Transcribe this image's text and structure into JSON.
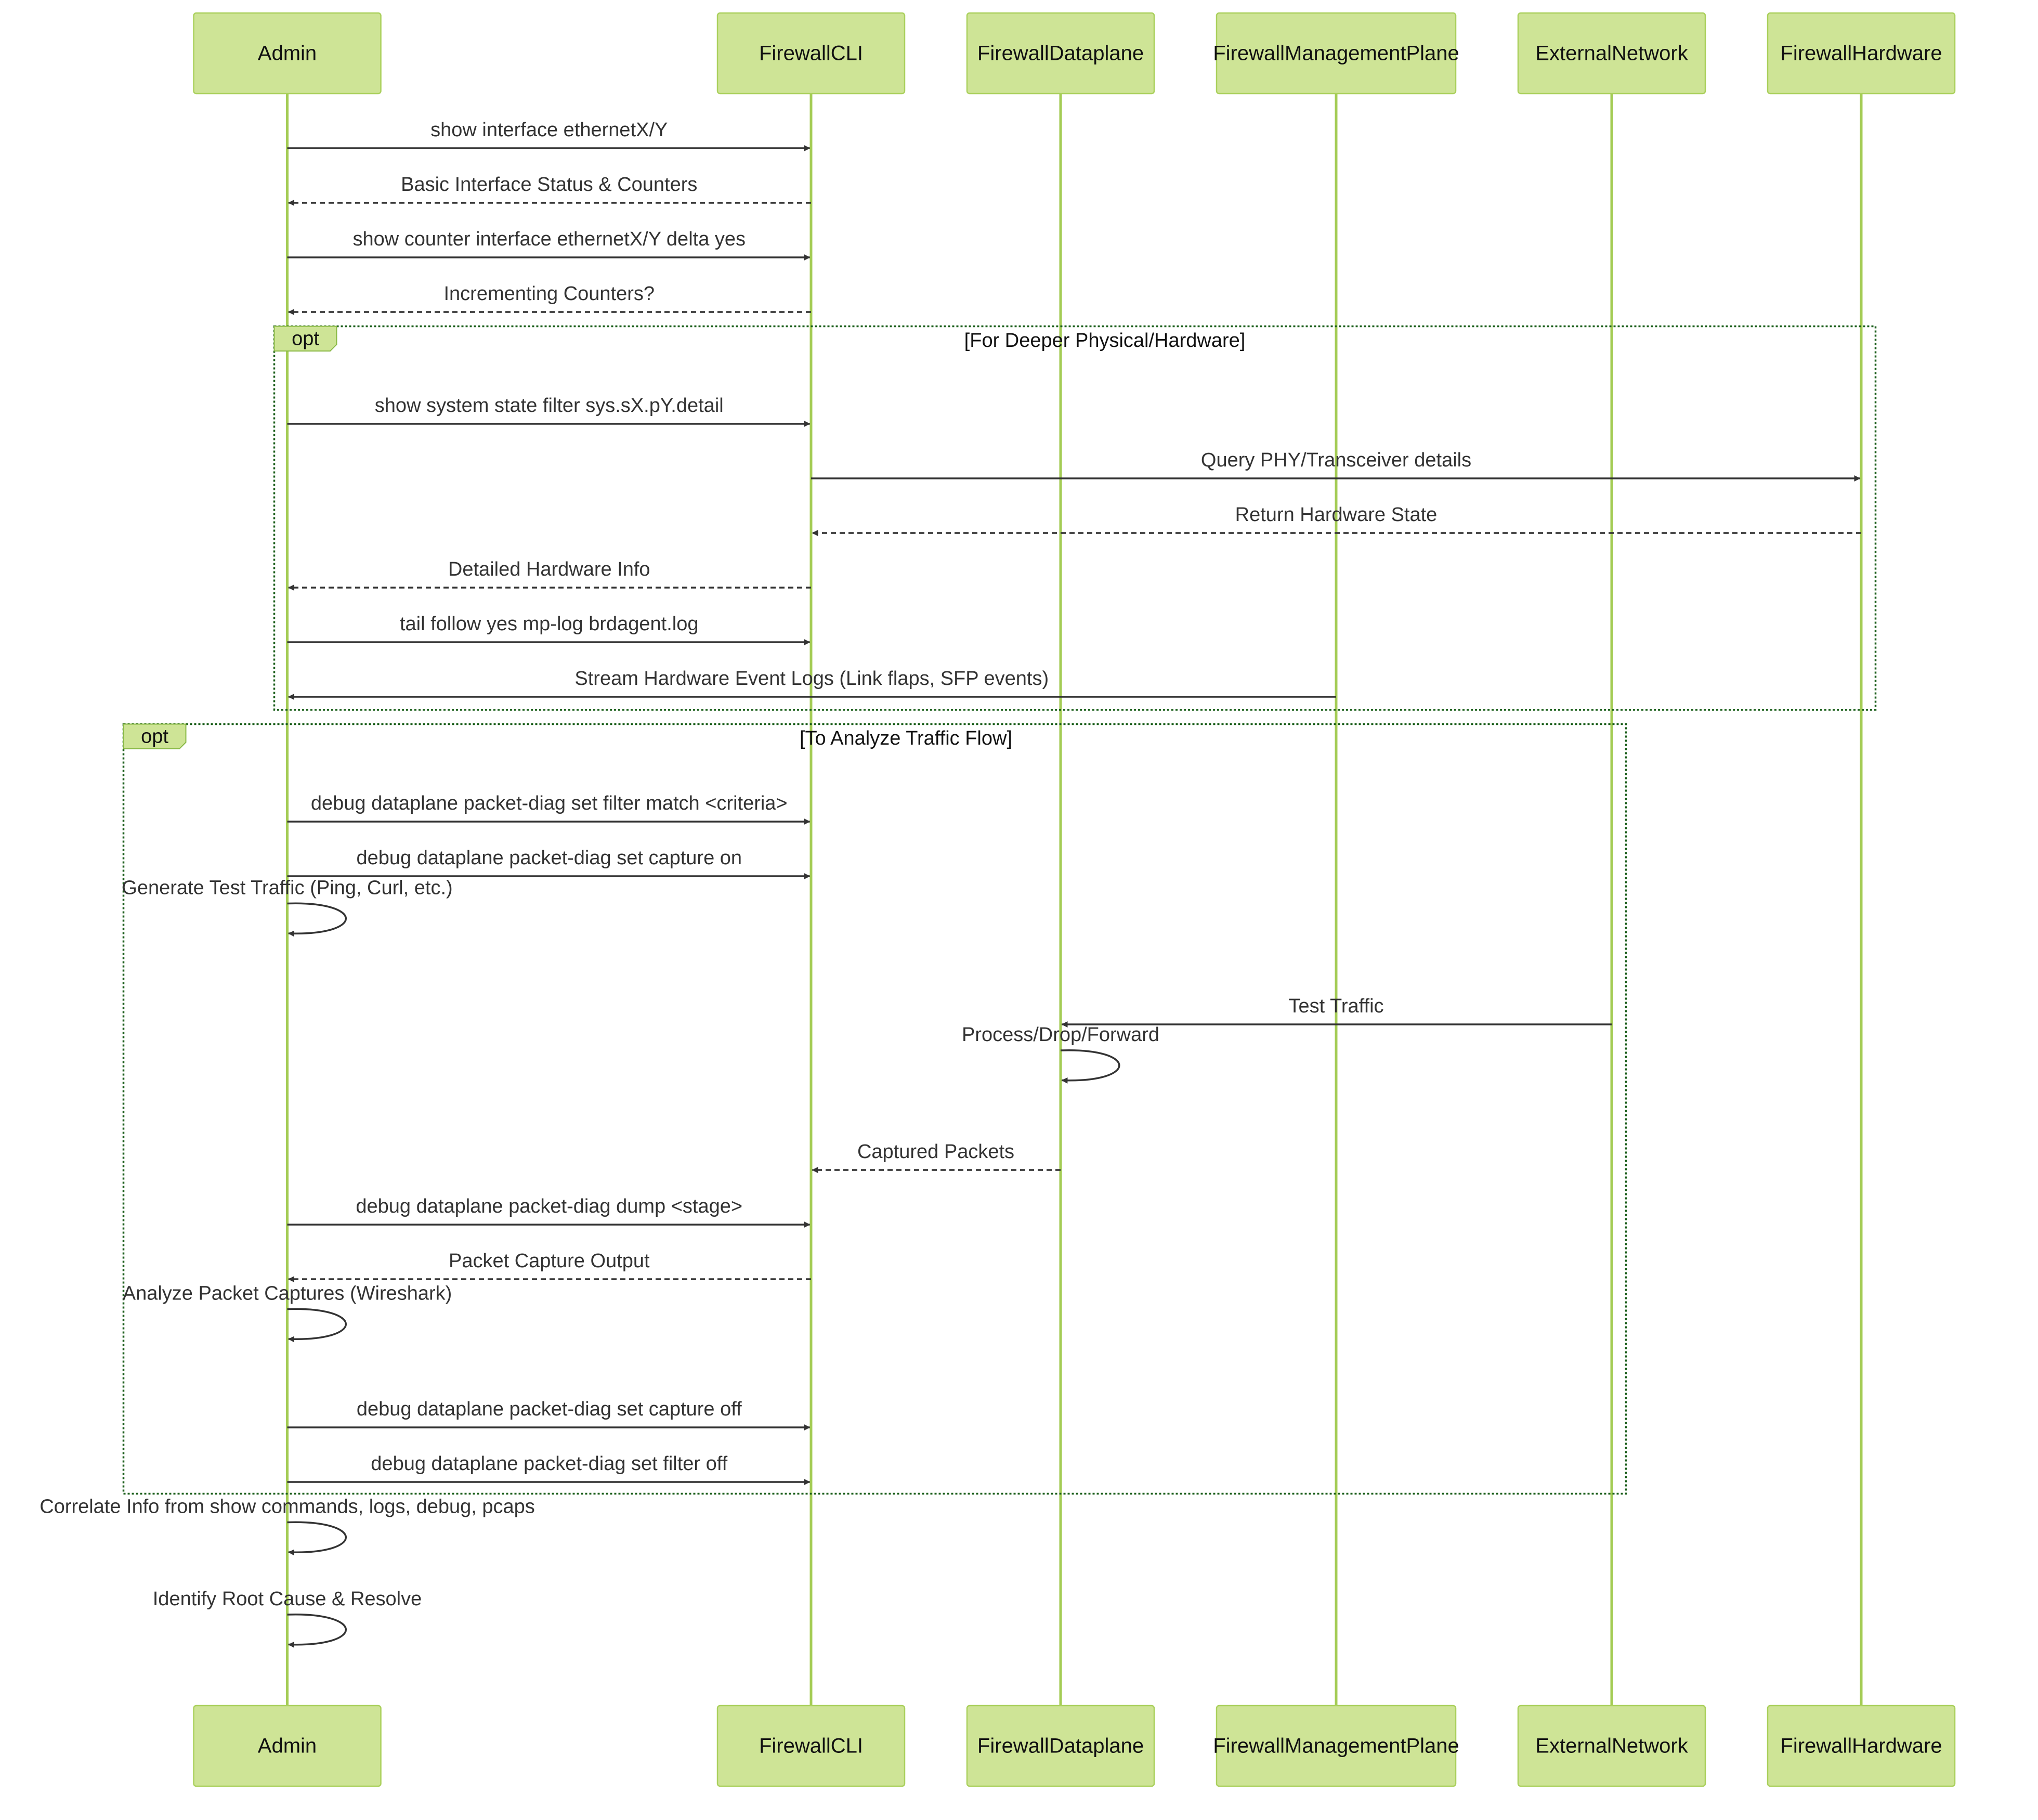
{
  "actors": [
    {
      "id": "admin",
      "label": "Admin"
    },
    {
      "id": "cli",
      "label": "FirewallCLI"
    },
    {
      "id": "dp",
      "label": "FirewallDataplane"
    },
    {
      "id": "mp",
      "label": "FirewallManagementPlane"
    },
    {
      "id": "ext",
      "label": "ExternalNetwork"
    },
    {
      "id": "hw",
      "label": "FirewallHardware"
    }
  ],
  "messages": [
    {
      "from": "admin",
      "to": "cli",
      "text": "show interface ethernetX/Y",
      "style": "solid"
    },
    {
      "from": "cli",
      "to": "admin",
      "text": "Basic Interface Status & Counters",
      "style": "dashed"
    },
    {
      "from": "admin",
      "to": "cli",
      "text": "show counter interface ethernetX/Y delta yes",
      "style": "solid"
    },
    {
      "from": "cli",
      "to": "admin",
      "text": "Incrementing Counters?",
      "style": "dashed"
    },
    {
      "from": "admin",
      "to": "cli",
      "text": "show system state filter sys.sX.pY.detail",
      "style": "solid"
    },
    {
      "from": "cli",
      "to": "hw",
      "text": "Query PHY/Transceiver details",
      "style": "solid"
    },
    {
      "from": "hw",
      "to": "cli",
      "text": "Return Hardware State",
      "style": "dashed"
    },
    {
      "from": "cli",
      "to": "admin",
      "text": "Detailed Hardware Info",
      "style": "dashed"
    },
    {
      "from": "admin",
      "to": "cli",
      "text": "tail follow yes mp-log brdagent.log",
      "style": "solid"
    },
    {
      "from": "mp",
      "to": "admin",
      "text": "Stream Hardware Event Logs (Link flaps, SFP events)",
      "style": "solid"
    },
    {
      "from": "admin",
      "to": "cli",
      "text": "debug dataplane packet-diag set filter match <criteria>",
      "style": "solid"
    },
    {
      "from": "admin",
      "to": "cli",
      "text": "debug dataplane packet-diag set capture on",
      "style": "solid"
    },
    {
      "from": "admin",
      "to": "admin",
      "text": "Generate Test Traffic (Ping, Curl, etc.)",
      "style": "solid"
    },
    {
      "from": "ext",
      "to": "dp",
      "text": "Test Traffic",
      "style": "solid"
    },
    {
      "from": "dp",
      "to": "dp",
      "text": "Process/Drop/Forward",
      "style": "solid"
    },
    {
      "from": "dp",
      "to": "cli",
      "text": "Captured Packets",
      "style": "dashed"
    },
    {
      "from": "admin",
      "to": "cli",
      "text": "debug dataplane packet-diag dump <stage>",
      "style": "solid"
    },
    {
      "from": "cli",
      "to": "admin",
      "text": "Packet Capture Output",
      "style": "dashed"
    },
    {
      "from": "admin",
      "to": "admin",
      "text": "Analyze Packet Captures (Wireshark)",
      "style": "solid"
    },
    {
      "from": "admin",
      "to": "cli",
      "text": "debug dataplane packet-diag set capture off",
      "style": "solid"
    },
    {
      "from": "admin",
      "to": "cli",
      "text": "debug dataplane packet-diag set filter off",
      "style": "solid"
    },
    {
      "from": "admin",
      "to": "admin",
      "text": "Correlate Info from show commands, logs, debug, pcaps",
      "style": "solid"
    },
    {
      "from": "admin",
      "to": "admin",
      "text": "Identify Root Cause & Resolve",
      "style": "solid"
    }
  ],
  "fragments": [
    {
      "keyword": "opt",
      "condition": "[For Deeper Physical/Hardware]",
      "first": 4,
      "last": 9
    },
    {
      "keyword": "opt",
      "condition": "[To Analyze Traffic Flow]",
      "first": 10,
      "last": 20
    }
  ],
  "colors": {
    "actor_fill": "#cee496",
    "actor_border": "#aad05c",
    "lifeline": "#a4cc55",
    "message": "#333333",
    "frame_border": "#1a5e1a"
  }
}
